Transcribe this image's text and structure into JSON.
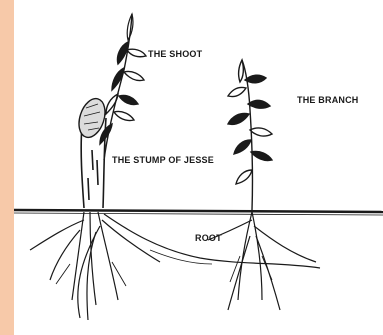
{
  "labels": {
    "shoot": "THE SHOOT",
    "branch": "THE BRANCH",
    "stump": "THE STUMP OF JESSE",
    "root": "ROOT"
  },
  "colors": {
    "band": "#f7c9a9",
    "ink": "#1a1a1a",
    "background": "#ffffff"
  }
}
